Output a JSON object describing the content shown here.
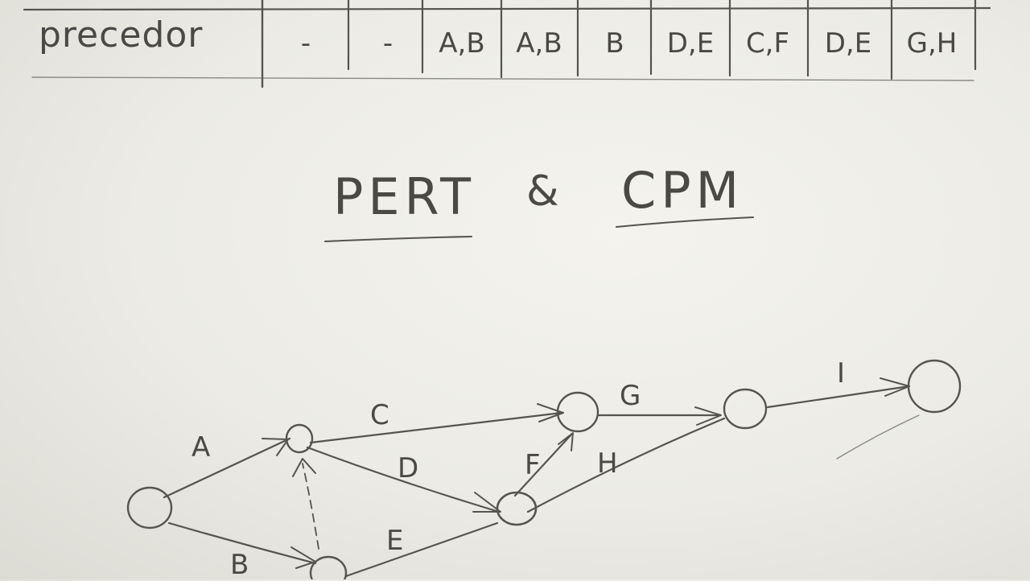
{
  "table": {
    "row_label": "precedor",
    "cells": [
      "-",
      "-",
      "A,B",
      "A,B",
      "B",
      "D,E",
      "C,F",
      "D,E",
      "G,H"
    ]
  },
  "heading": {
    "left": "PERT",
    "amp": "&",
    "right": "CPM"
  },
  "network": {
    "edge_labels": {
      "a": "A",
      "b": "B",
      "c": "C",
      "d": "D",
      "e": "E",
      "f": "F",
      "g": "G",
      "h": "H",
      "i": "I"
    }
  }
}
